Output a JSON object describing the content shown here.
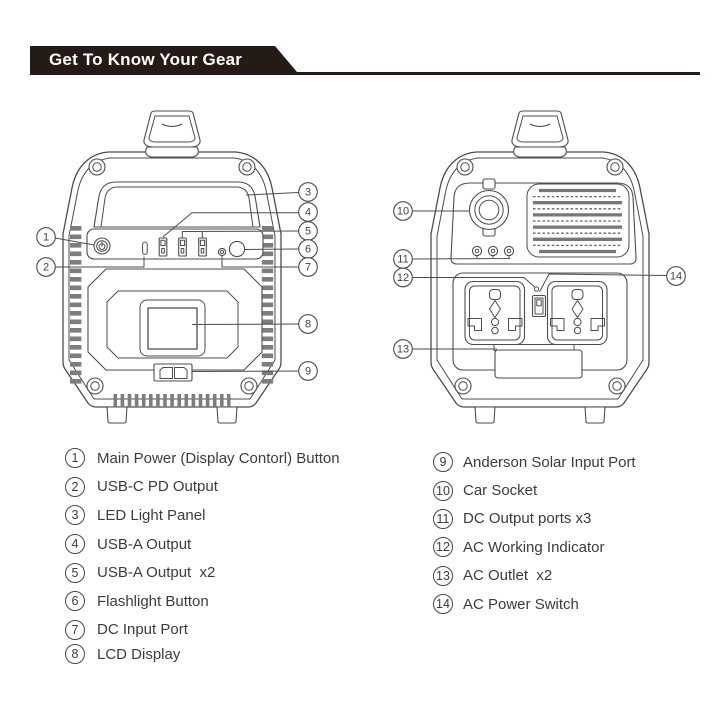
{
  "header": {
    "title": "Get To Know Your Gear"
  },
  "diagram": {
    "callouts": {
      "c1": "1",
      "c2": "2",
      "c3": "3",
      "c4": "4",
      "c5": "5",
      "c6": "6",
      "c7": "7",
      "c8": "8",
      "c9": "9",
      "c10": "10",
      "c11": "11",
      "c12": "12",
      "c13": "13",
      "c14": "14"
    }
  },
  "legend": {
    "left": [
      {
        "num": "1",
        "label": "Main Power (Display Contorl) Button"
      },
      {
        "num": "2",
        "label": "USB-C PD Output"
      },
      {
        "num": "3",
        "label": "LED Light Panel"
      },
      {
        "num": "4",
        "label": "USB-A Output"
      },
      {
        "num": "5",
        "label": "USB-A Output  x2"
      },
      {
        "num": "6",
        "label": "Flashlight Button"
      },
      {
        "num": "7",
        "label": "DC Input Port"
      },
      {
        "num": "8",
        "label": "LCD Display"
      }
    ],
    "right": [
      {
        "num": "9",
        "label": "Anderson Solar Input Port"
      },
      {
        "num": "10",
        "label": "Car Socket"
      },
      {
        "num": "11",
        "label": "DC Output ports x3"
      },
      {
        "num": "12",
        "label": "AC Working Indicator"
      },
      {
        "num": "13",
        "label": "AC Outlet  x2"
      },
      {
        "num": "14",
        "label": "AC Power Switch"
      }
    ]
  },
  "colors": {
    "header_bg": "#241b16",
    "line": "#4d4d4d",
    "text": "#3c3c3c"
  }
}
